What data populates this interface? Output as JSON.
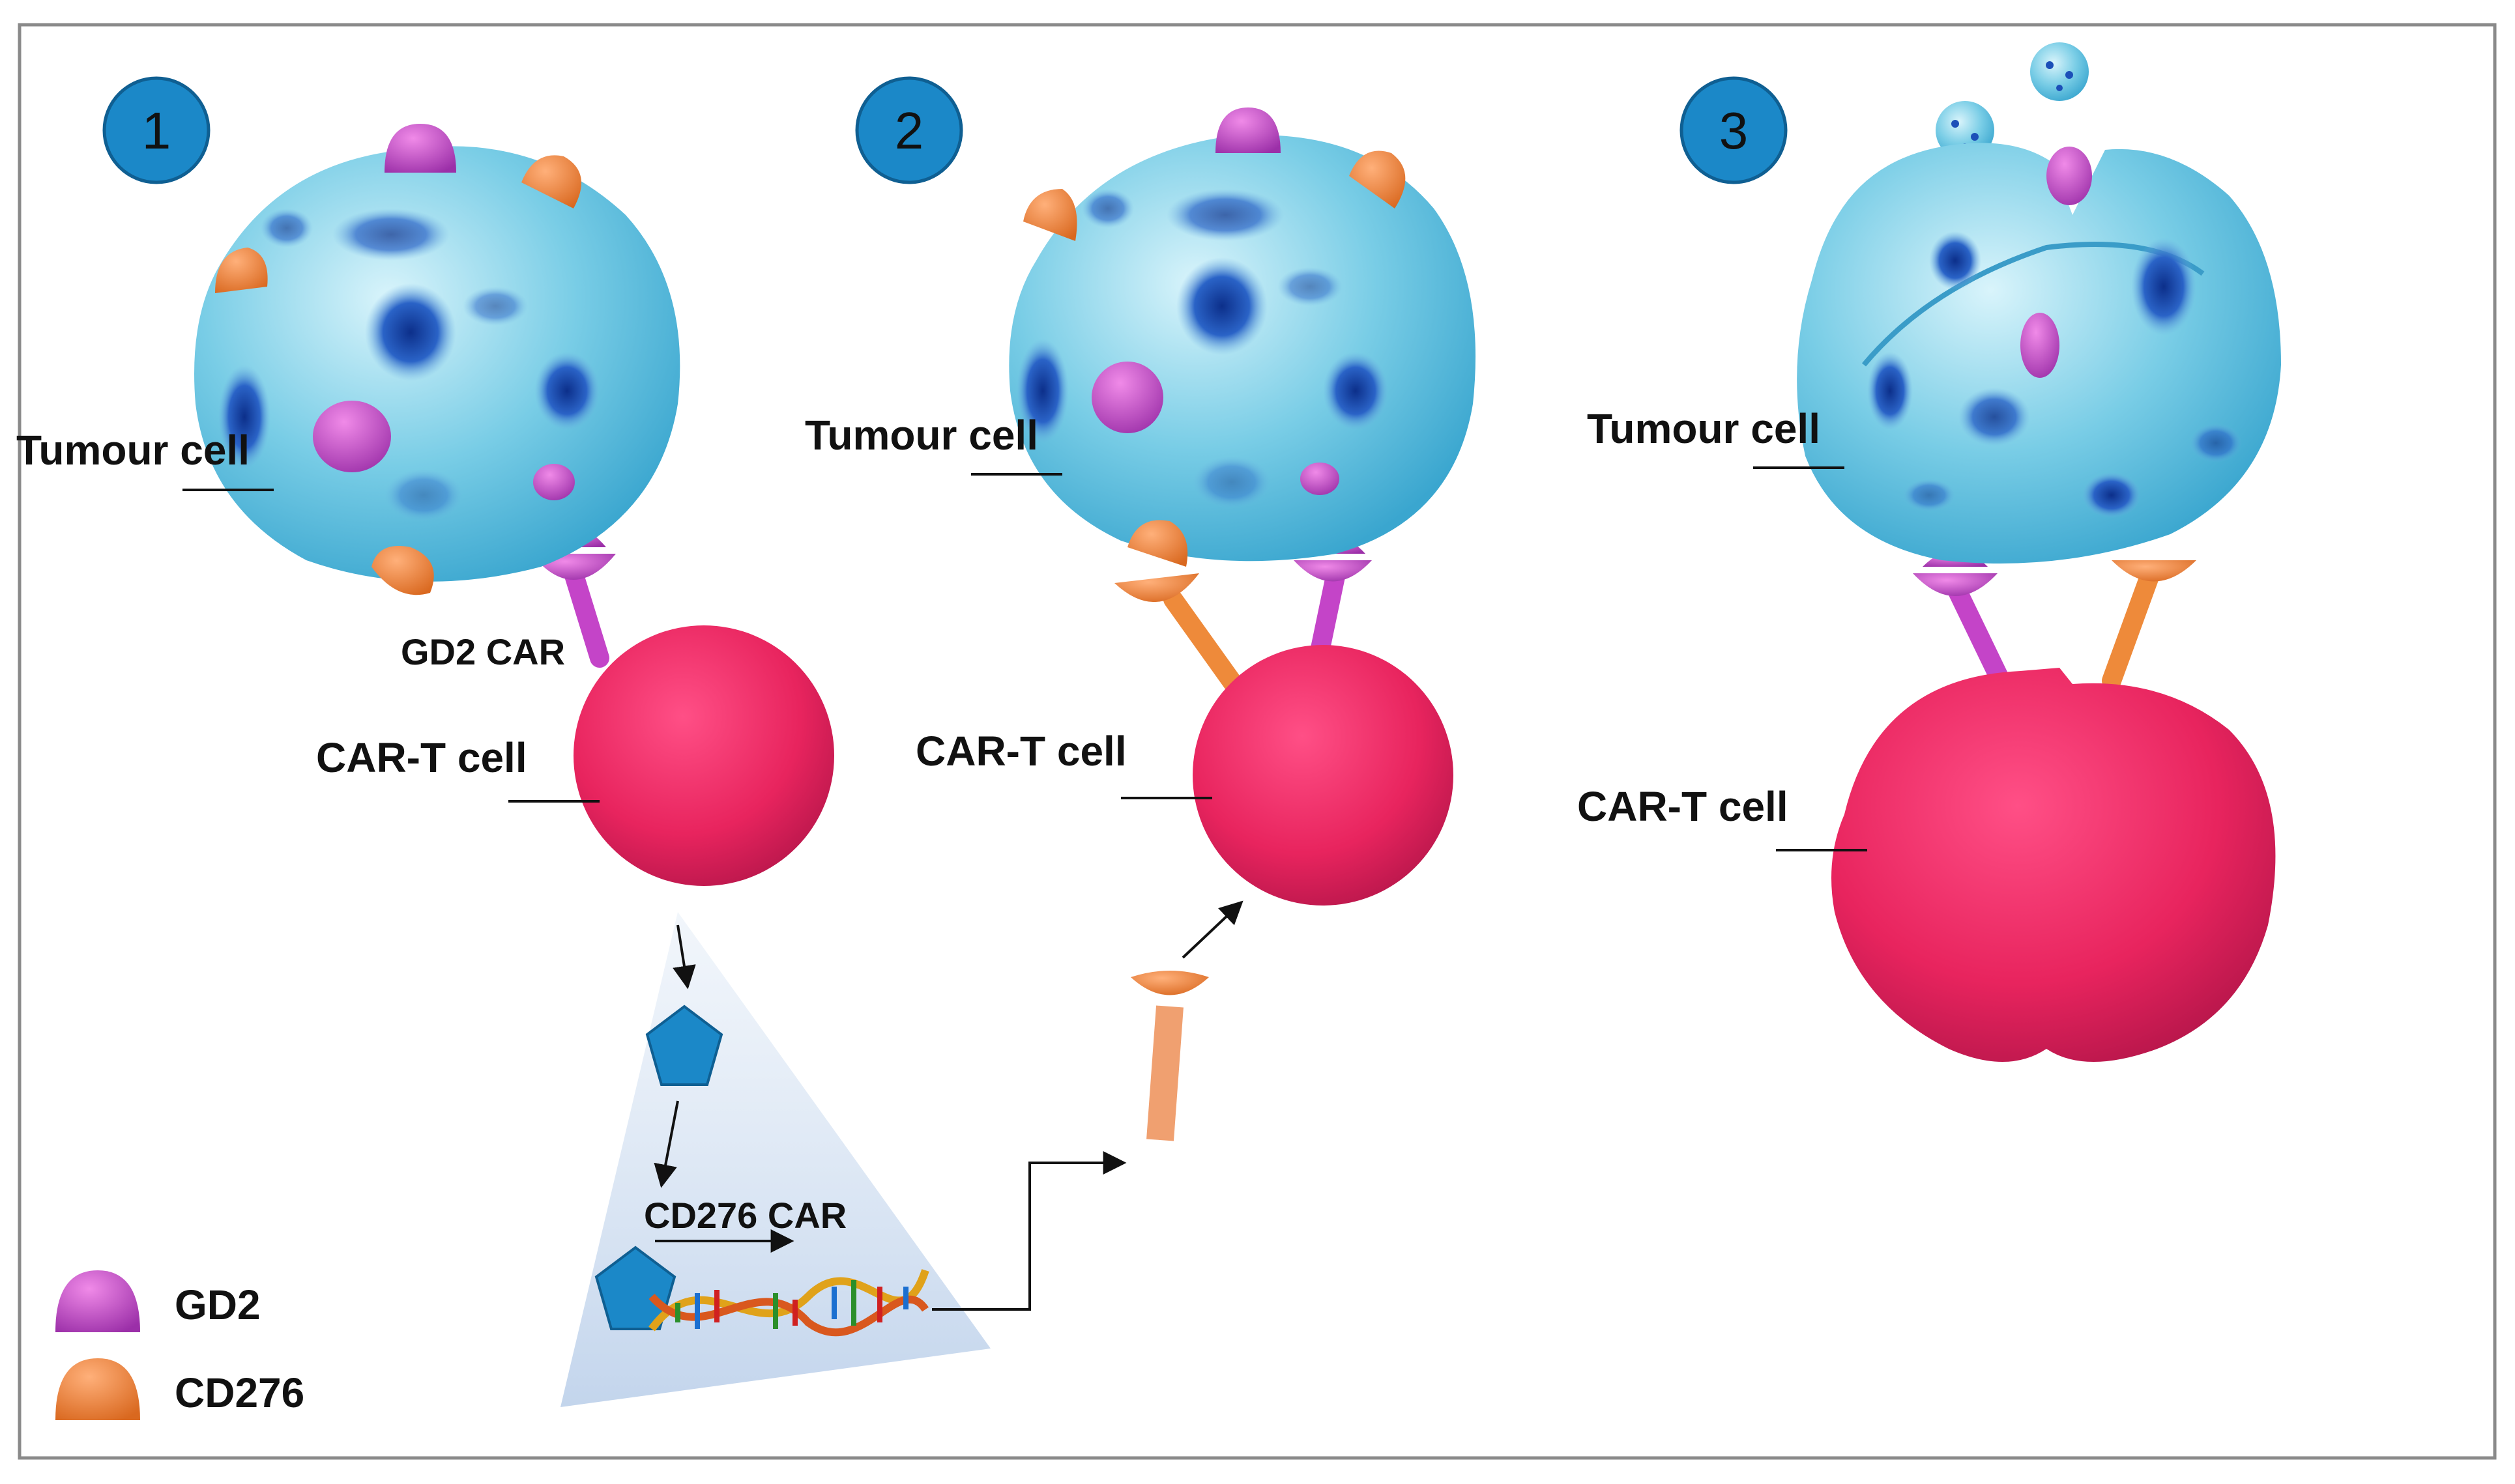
{
  "steps": [
    {
      "number": "1",
      "tumour_label": "Tumour cell",
      "cart_label": "CAR-T cell",
      "car_label": "GD2 CAR"
    },
    {
      "number": "2",
      "tumour_label": "Tumour cell",
      "cart_label": "CAR-T cell"
    },
    {
      "number": "3",
      "tumour_label": "Tumour cell",
      "cart_label": "CAR-T cell"
    }
  ],
  "gene_label": "CD276 CAR",
  "legend": [
    {
      "label": "GD2",
      "color": "#c444c8"
    },
    {
      "label": "CD276",
      "color": "#f0955a"
    }
  ],
  "colors": {
    "tumour": "#7fd0e8",
    "tumour_spot": "#1c4fb8",
    "cart": "#e8245e",
    "gd2": "#c444c8",
    "cd276": "#ee8a3a",
    "badge": "#1b88c8",
    "pentagon": "#1b88c8",
    "frame": "#8a8a8a"
  }
}
